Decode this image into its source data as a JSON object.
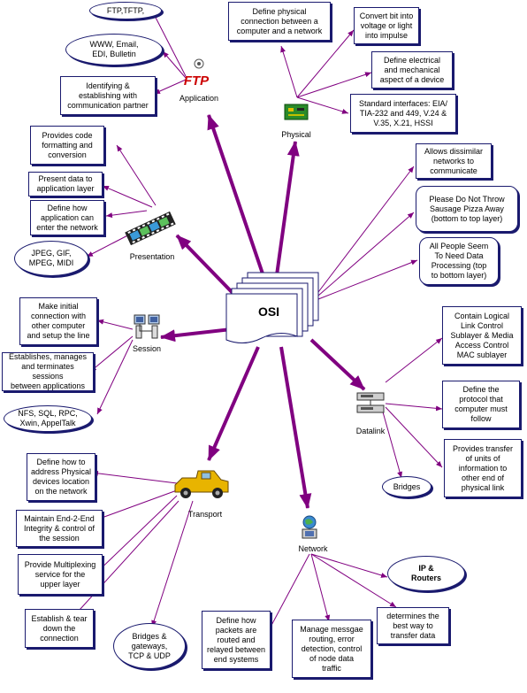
{
  "center": {
    "label": "OSI"
  },
  "layers": {
    "application": "Application",
    "physical": "Physical",
    "presentation": "Presentation",
    "session": "Session",
    "datalink": "Datalink",
    "transport": "Transport",
    "network": "Network"
  },
  "icon_labels": {
    "ftp_logo": "FTP"
  },
  "nodes": {
    "app_ftp": "FTP,TFTP,",
    "app_www": "WWW, Email,\nEDI, Bulletin",
    "app_identify": "Identifying &\nestablishing with\ncommunication partner",
    "phys_define": "Define physical\nconnection between a\ncomputer and a network",
    "phys_convert": "Convert bit into\nvoltage or light\ninto impulse",
    "phys_electrical": "Define electrical\nand mechanical\naspect of a device",
    "phys_standard": "Standard interfaces: EIA/\nTIA-232 and 449, V.24 &\nV.35, X.21, HSSI",
    "pres_code": "Provides code\nformatting and\nconversion",
    "pres_present": "Present data to\napplication layer",
    "pres_define": "Define how\napplication can\nenter the network",
    "pres_formats": "JPEG, GIF,\nMPEG, MIDI",
    "osi_dissimilar": "Allows dissimilar\nnetworks to\ncommunicate",
    "osi_mnemonic_up": "Please Do Not Throw\nSausage Pizza Away\n(bottom to top layer)",
    "osi_mnemonic_down": "All People Seem\nTo Need Data\nProcessing  (top\nto bottom layer)",
    "sess_initial": "Make initial\nconnection with\nother computer\nand setup the line",
    "sess_establish": "Establishes, manages\nand terminates sessions\nbetween applications",
    "sess_protocols": "NFS, SQL, RPC,\nXwin, AppelTalk",
    "dl_llc": "Contain Logical\nLink Control\nSublayer & Media\nAccess Control\nMAC sublayer",
    "dl_protocol": "Define the\nprotocol that\ncomputer must\nfollow",
    "dl_transfer": "Provides transfer\nof units of\ninformation to\nother end of\nphysical link",
    "dl_bridges": "Bridges",
    "tr_address": "Define how to\naddress Physical\ndevices location\non the network",
    "tr_integrity": "Maintain End-2-End\nIntegrity & control of\nthe session",
    "tr_multiplex": "Provide Multiplexing\nservice for the\nupper layer",
    "tr_establish": "Establish & tear\ndown the\nconnection",
    "tr_bridges": "Bridges &\ngateways,\nTCP & UDP",
    "net_routed": "Define how\npackets are\nrouted and\nrelayed between\nend systems",
    "net_manage": "Manage messgae\nrouting, error\ndetection, control\nof node data\ntraffic",
    "net_best": "determines the\nbest way to\ntransfer data",
    "net_ip": "IP &\nRouters"
  },
  "colors": {
    "thick_arrow": "#800080",
    "thin_line": "#800080",
    "box_border": "#1a1a6e"
  }
}
